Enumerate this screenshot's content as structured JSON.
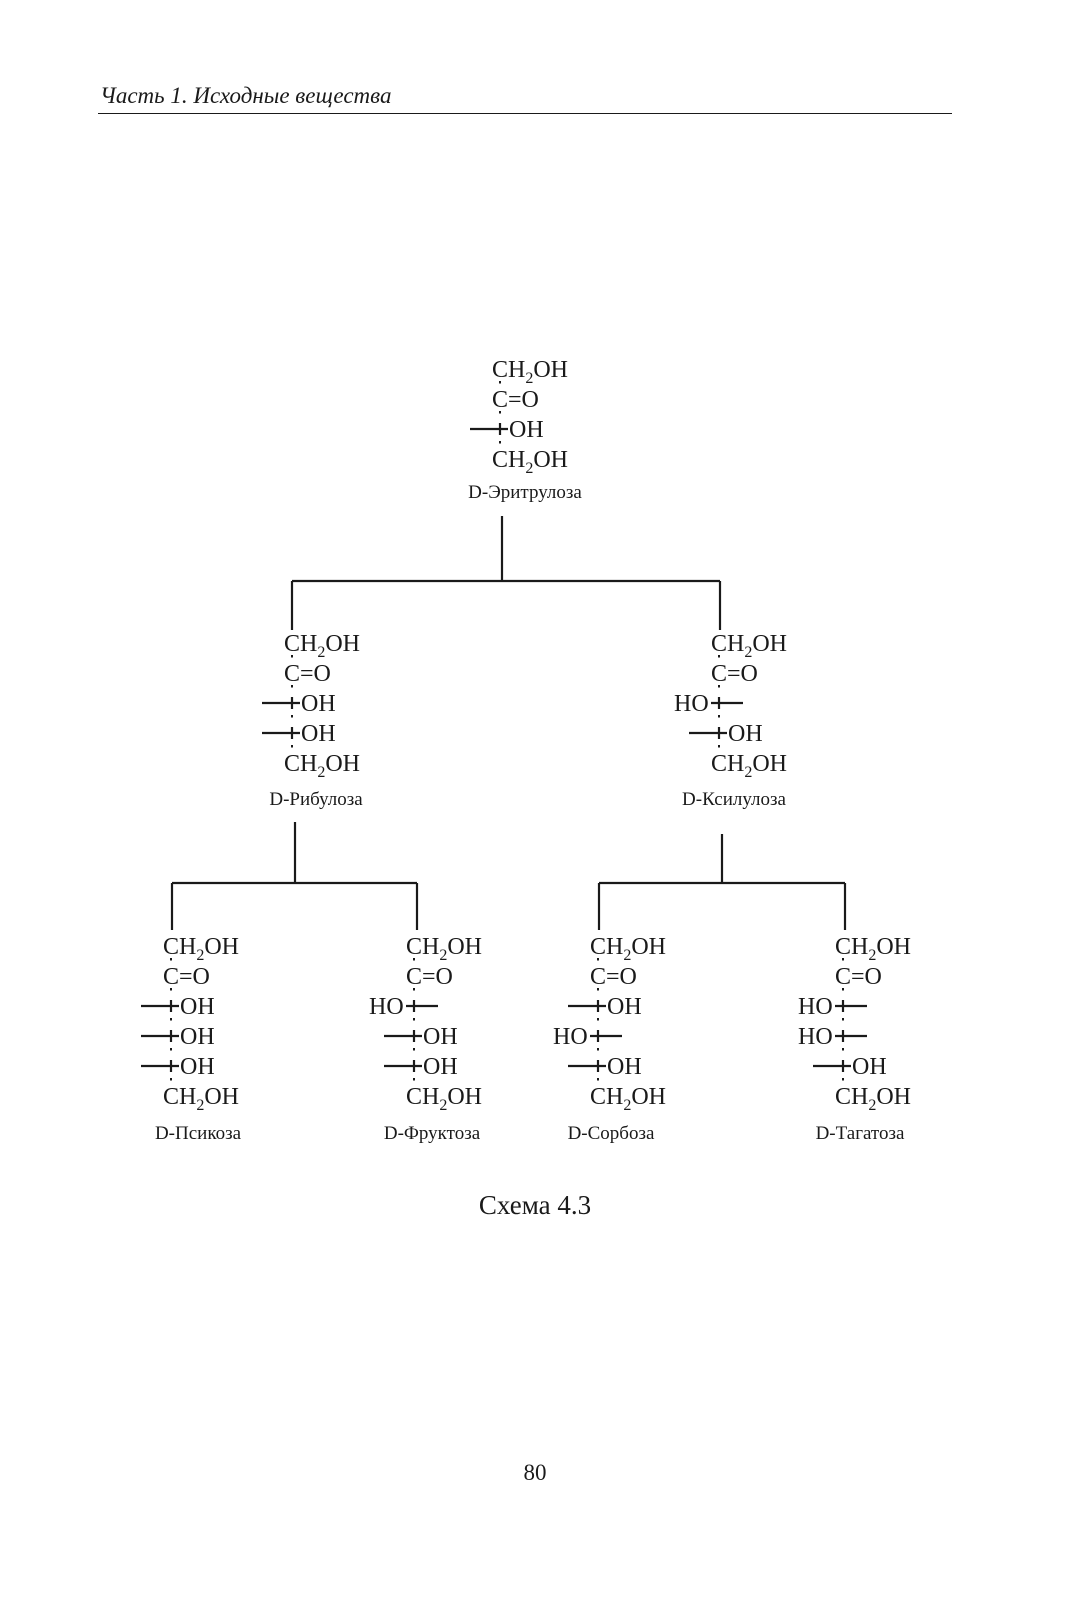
{
  "header": {
    "running_title": "Часть 1. Исходные вещества"
  },
  "scheme": {
    "caption": "Схема 4.3",
    "formula_parts": {
      "ch": "CH",
      "sub2": "2",
      "oh": "OH",
      "carbonyl": "C=O",
      "ho": "HO"
    },
    "compounds": [
      {
        "name": "D-Эритрулоза",
        "configuration": [
          "R"
        ]
      },
      {
        "name": "D-Рибулоза",
        "configuration": [
          "R",
          "R"
        ]
      },
      {
        "name": "D-Ксилулоза",
        "configuration": [
          "L",
          "R"
        ]
      },
      {
        "name": "D-Псикоза",
        "configuration": [
          "R",
          "R",
          "R"
        ]
      },
      {
        "name": "D-Фруктоза",
        "configuration": [
          "L",
          "R",
          "R"
        ]
      },
      {
        "name": "D-Сорбоза",
        "configuration": [
          "R",
          "L",
          "R"
        ]
      },
      {
        "name": "D-Тагатоза",
        "configuration": [
          "L",
          "L",
          "R"
        ]
      }
    ]
  },
  "footer": {
    "page_number": "80"
  }
}
